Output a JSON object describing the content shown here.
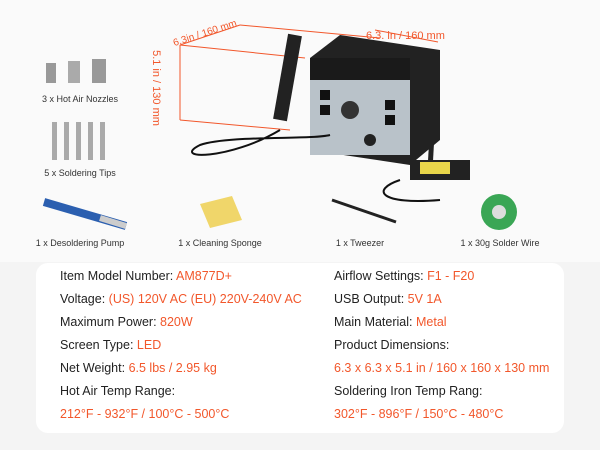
{
  "accessories": [
    {
      "label": "3 x Hot Air Nozzles"
    },
    {
      "label": "5 x Soldering Tips"
    },
    {
      "label": "1 x Desoldering Pump"
    },
    {
      "label": "1 x Cleaning Sponge"
    },
    {
      "label": "1 x Tweezer"
    },
    {
      "label": "1 x 30g  Solder Wire"
    }
  ],
  "dimensions": {
    "depth": "6.3in / 160 mm",
    "width": "6.3. in / 160 mm",
    "height": "5.1 in / 130 mm"
  },
  "specs": {
    "left": [
      {
        "label": "Item Model Number: ",
        "value": "AM877D+"
      },
      {
        "label": "Voltage: ",
        "value": "(US) 120V AC (EU) 220V-240V AC"
      },
      {
        "label": "Maximum Power: ",
        "value": "820W"
      },
      {
        "label": "Screen Type: ",
        "value": "LED"
      },
      {
        "label": "Net Weight: ",
        "value": "6.5 lbs / 2.95 kg"
      },
      {
        "label": "Hot Air Temp Range:",
        "value": ""
      },
      {
        "label": "",
        "value": "212°F - 932°F / 100°C - 500°C"
      }
    ],
    "right": [
      {
        "label": "Airflow Settings:  ",
        "value": "F1 - F20"
      },
      {
        "label": "USB Output: ",
        "value": "5V 1A"
      },
      {
        "label": "Main Material: ",
        "value": "Metal"
      },
      {
        "label": "Product Dimensions:",
        "value": ""
      },
      {
        "label": "",
        "value": "6.3 x 6.3 x 5.1 in / 160 x 160 x 130 mm"
      },
      {
        "label": "Soldering Iron Temp Rang:",
        "value": ""
      },
      {
        "label": "",
        "value": "302°F - 896°F / 150°C - 480°C"
      }
    ]
  },
  "colors": {
    "accent": "#f2572b"
  }
}
